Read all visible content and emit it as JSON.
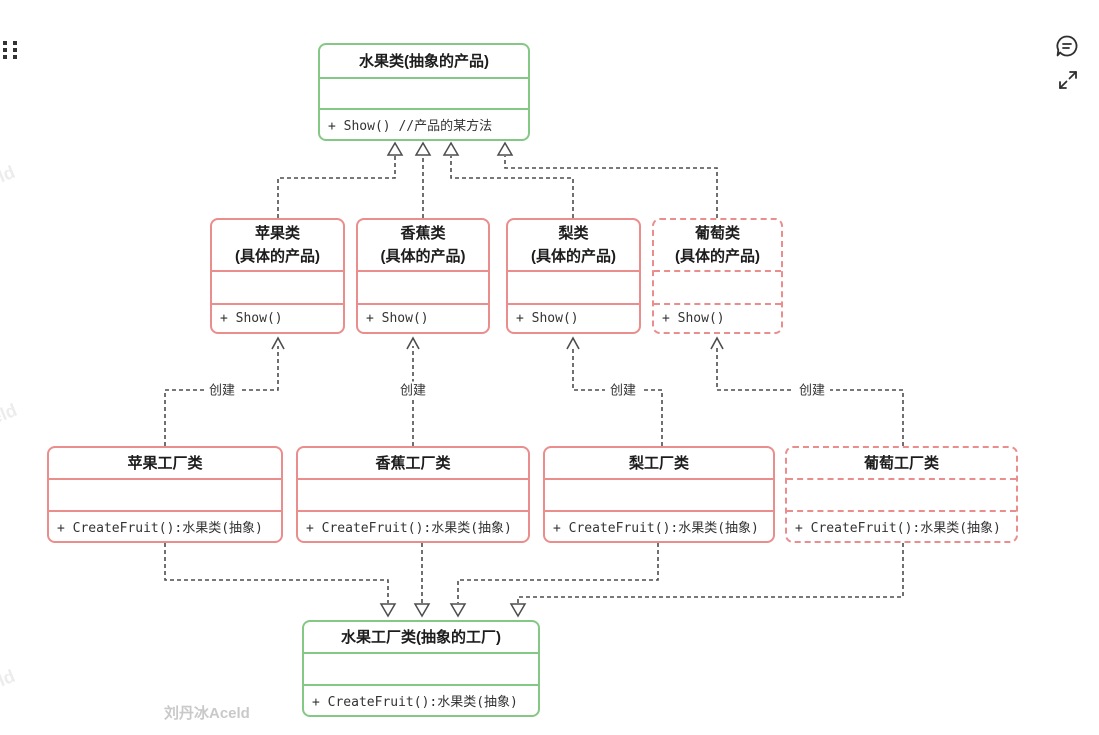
{
  "diagram_title": "Abstract Factory UML (fruit classes)",
  "nodes": [
    {
      "id": "abstract-product",
      "name": "水果类(抽象的产品)",
      "subtitle": "",
      "method": "+ Show() //产品的某方法",
      "style": "green",
      "dashed": false
    },
    {
      "id": "apple-product",
      "name": "苹果类",
      "subtitle": "(具体的产品)",
      "method": "+ Show()",
      "style": "red",
      "dashed": false
    },
    {
      "id": "banana-product",
      "name": "香蕉类",
      "subtitle": "(具体的产品)",
      "method": "+ Show()",
      "style": "red",
      "dashed": false
    },
    {
      "id": "pear-product",
      "name": "梨类",
      "subtitle": "(具体的产品)",
      "method": "+ Show()",
      "style": "red",
      "dashed": false
    },
    {
      "id": "grape-product",
      "name": "葡萄类",
      "subtitle": "(具体的产品)",
      "method": "+ Show()",
      "style": "red",
      "dashed": true
    },
    {
      "id": "apple-factory",
      "name": "苹果工厂类",
      "subtitle": "",
      "method": "+ CreateFruit():水果类(抽象)",
      "style": "red",
      "dashed": false
    },
    {
      "id": "banana-factory",
      "name": "香蕉工厂类",
      "subtitle": "",
      "method": "+ CreateFruit():水果类(抽象)",
      "style": "red",
      "dashed": false
    },
    {
      "id": "pear-factory",
      "name": "梨工厂类",
      "subtitle": "",
      "method": "+ CreateFruit():水果类(抽象)",
      "style": "red",
      "dashed": false
    },
    {
      "id": "grape-factory",
      "name": "葡萄工厂类",
      "subtitle": "",
      "method": "+ CreateFruit():水果类(抽象)",
      "style": "red",
      "dashed": true
    },
    {
      "id": "abstract-factory",
      "name": "水果工厂类(抽象的工厂)",
      "subtitle": "",
      "method": "+ CreateFruit():水果类(抽象)",
      "style": "green",
      "dashed": false
    }
  ],
  "create_labels": [
    "创建",
    "创建",
    "创建",
    "创建"
  ],
  "watermarks": {
    "signature": "刘丹冰Aceld",
    "tile_fragment": "eld"
  },
  "icons": {
    "top_left": "drag-handle-icon",
    "top_right_1": "comment-icon",
    "top_right_2": "expand-icon"
  },
  "colors": {
    "green_border": "#85c885",
    "red_border": "#ea8d8d",
    "connector": "#4d4d4d",
    "text": "#333333",
    "watermark": "#c9c9c9"
  }
}
